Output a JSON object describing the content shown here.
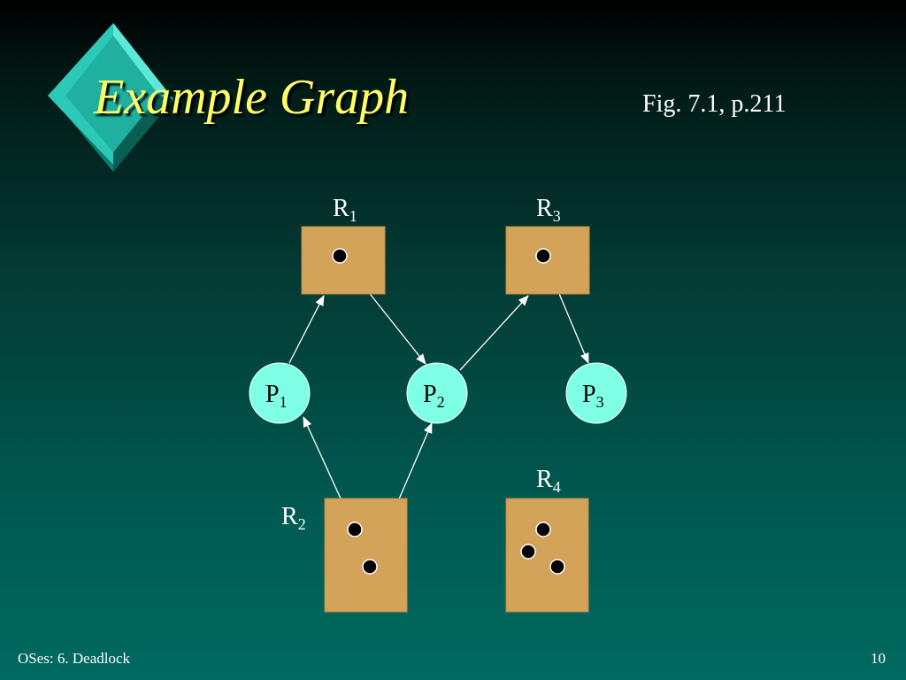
{
  "slide": {
    "title": "Example Graph",
    "figure_reference": "Fig. 7.1, p.211",
    "footer_left": "OSes: 6. Deadlock",
    "page_number": "10"
  },
  "graph": {
    "resources": [
      {
        "id": "R1",
        "name": "R",
        "subscript": "1",
        "instances": 1
      },
      {
        "id": "R2",
        "name": "R",
        "subscript": "2",
        "instances": 2
      },
      {
        "id": "R3",
        "name": "R",
        "subscript": "3",
        "instances": 1
      },
      {
        "id": "R4",
        "name": "R",
        "subscript": "4",
        "instances": 3
      }
    ],
    "processes": [
      {
        "id": "P1",
        "name": "P",
        "subscript": "1"
      },
      {
        "id": "P2",
        "name": "P",
        "subscript": "2"
      },
      {
        "id": "P3",
        "name": "P",
        "subscript": "3"
      }
    ],
    "edges": [
      {
        "from": "P1",
        "to": "R1",
        "kind": "request"
      },
      {
        "from": "R1",
        "to": "P2",
        "kind": "assignment"
      },
      {
        "from": "P2",
        "to": "R3",
        "kind": "request"
      },
      {
        "from": "R3",
        "to": "P3",
        "kind": "assignment"
      },
      {
        "from": "R2",
        "to": "P1",
        "kind": "assignment"
      },
      {
        "from": "R2",
        "to": "P2",
        "kind": "assignment"
      }
    ]
  },
  "colors": {
    "title": "#ffff66",
    "text": "#ffffff",
    "resource_fill": "#d4a35a",
    "process_fill": "#7fffe6",
    "diamond": "#2cc9b8",
    "edge": "#ffffff"
  }
}
